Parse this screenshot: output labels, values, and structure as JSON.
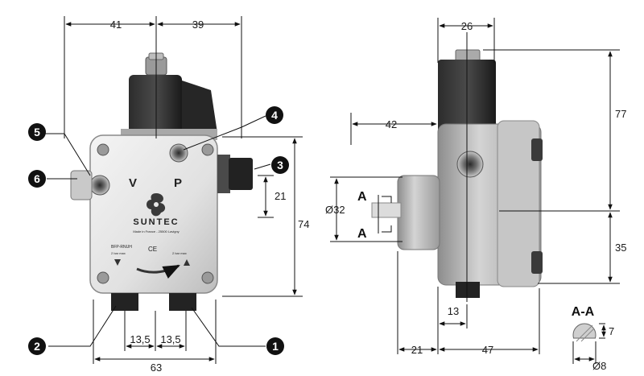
{
  "front_view": {
    "dims": {
      "top_left": "41",
      "top_right": "39",
      "side_height": "21",
      "total_height": "74",
      "bottom_left": "13,5",
      "bottom_right": "13,5",
      "bottom_total": "63"
    },
    "body_labels": {
      "v": "V",
      "p": "P",
      "brand": "SUNTEC",
      "made_in": "Made in France - 25500 Lavigny",
      "model": "BFP-RNUH",
      "left_sub": "2 bar max",
      "right_sub": "2 bar max",
      "ce": "CE"
    },
    "callouts": [
      "1",
      "2",
      "3",
      "4",
      "5",
      "6"
    ]
  },
  "side_view": {
    "dims": {
      "top_width": "26",
      "upper_height": "77",
      "left_offset": "42",
      "diameter": "Ø32",
      "lower_height": "35",
      "small_width": "13",
      "bottom_left": "21",
      "bottom_right": "47"
    },
    "section_markers": [
      "A",
      "A"
    ]
  },
  "section": {
    "title": "A-A",
    "height": "7",
    "diameter": "Ø8"
  }
}
